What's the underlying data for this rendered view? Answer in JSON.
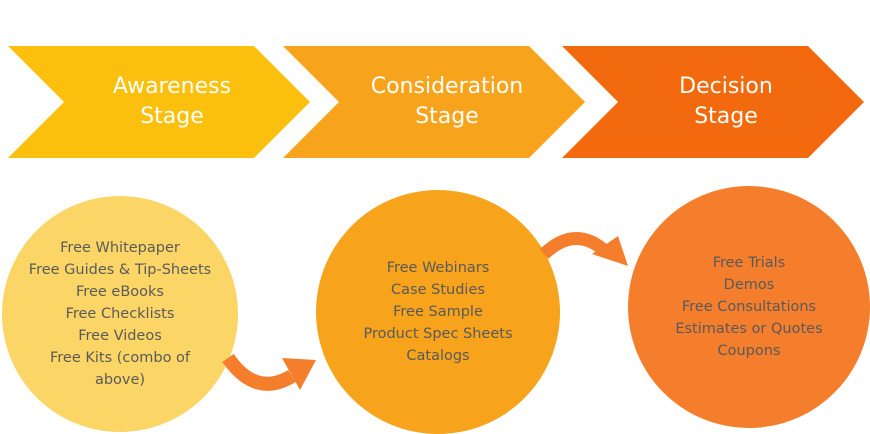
{
  "stages": [
    {
      "line1": "Awareness",
      "line2": "Stage",
      "color": "#fbbf0e"
    },
    {
      "line1": "Consideration",
      "line2": "Stage",
      "color": "#f7a31c"
    },
    {
      "line1": "Decision",
      "line2": "Stage",
      "color": "#f26a0d"
    }
  ],
  "awareness_items": [
    "Free Whitepaper",
    "Free Guides & Tip-Sheets",
    "Free eBooks",
    "Free Checklists",
    "Free Videos",
    "Free Kits (combo of above)"
  ],
  "consideration_items": [
    "Free Webinars",
    "Case Studies",
    "Free Sample",
    "Product Spec Sheets",
    "Catalogs"
  ],
  "decision_items": [
    "Free Trials",
    "Demos",
    "Free Consultations",
    "Estimates or Quotes",
    "Coupons"
  ],
  "colors": {
    "awareness_circle": "#fbd666",
    "consideration_circle": "#f7a31c",
    "decision_circle": "#f47e2c",
    "curved_arrow": "#f47e2c",
    "item_text": "#5a5a5a"
  }
}
